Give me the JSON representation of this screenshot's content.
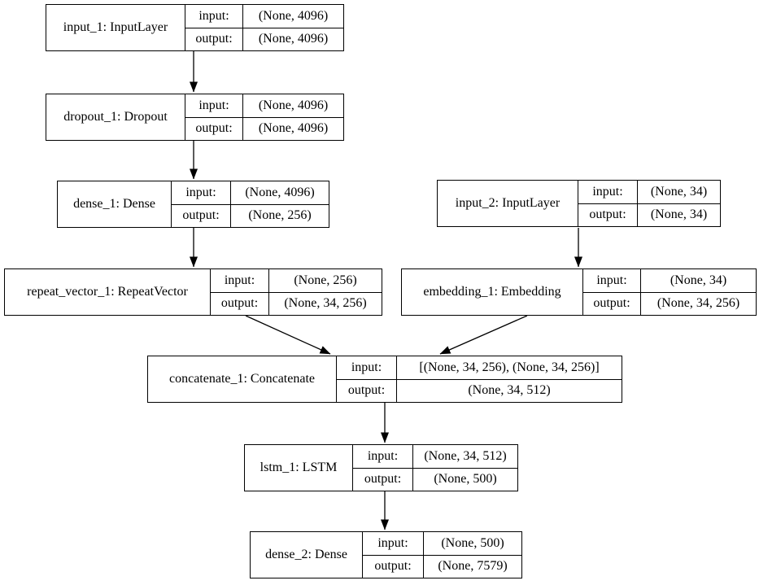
{
  "diagram": {
    "kind": "neural-network-layer-graph",
    "colors": {
      "background": "#ffffff",
      "line": "#000000",
      "text": "#000000"
    },
    "labels": {
      "input": "input:",
      "output": "output:"
    },
    "nodes": [
      {
        "id": "input_1",
        "title": "input_1: InputLayer",
        "input": "(None, 4096)",
        "output": "(None, 4096)"
      },
      {
        "id": "dropout_1",
        "title": "dropout_1: Dropout",
        "input": "(None, 4096)",
        "output": "(None, 4096)"
      },
      {
        "id": "dense_1",
        "title": "dense_1: Dense",
        "input": "(None, 4096)",
        "output": "(None, 256)"
      },
      {
        "id": "input_2",
        "title": "input_2: InputLayer",
        "input": "(None, 34)",
        "output": "(None, 34)"
      },
      {
        "id": "repeat_vector_1",
        "title": "repeat_vector_1: RepeatVector",
        "input": "(None, 256)",
        "output": "(None, 34, 256)"
      },
      {
        "id": "embedding_1",
        "title": "embedding_1: Embedding",
        "input": "(None, 34)",
        "output": "(None, 34, 256)"
      },
      {
        "id": "concatenate_1",
        "title": "concatenate_1: Concatenate",
        "input": "[(None, 34, 256), (None, 34, 256)]",
        "output": "(None, 34, 512)"
      },
      {
        "id": "lstm_1",
        "title": "lstm_1: LSTM",
        "input": "(None, 34, 512)",
        "output": "(None, 500)"
      },
      {
        "id": "dense_2",
        "title": "dense_2: Dense",
        "input": "(None, 500)",
        "output": "(None, 7579)"
      }
    ],
    "edges": [
      {
        "from": "input_1",
        "to": "dropout_1"
      },
      {
        "from": "dropout_1",
        "to": "dense_1"
      },
      {
        "from": "dense_1",
        "to": "repeat_vector_1"
      },
      {
        "from": "input_2",
        "to": "embedding_1"
      },
      {
        "from": "repeat_vector_1",
        "to": "concatenate_1"
      },
      {
        "from": "embedding_1",
        "to": "concatenate_1"
      },
      {
        "from": "concatenate_1",
        "to": "lstm_1"
      },
      {
        "from": "lstm_1",
        "to": "dense_2"
      }
    ]
  }
}
